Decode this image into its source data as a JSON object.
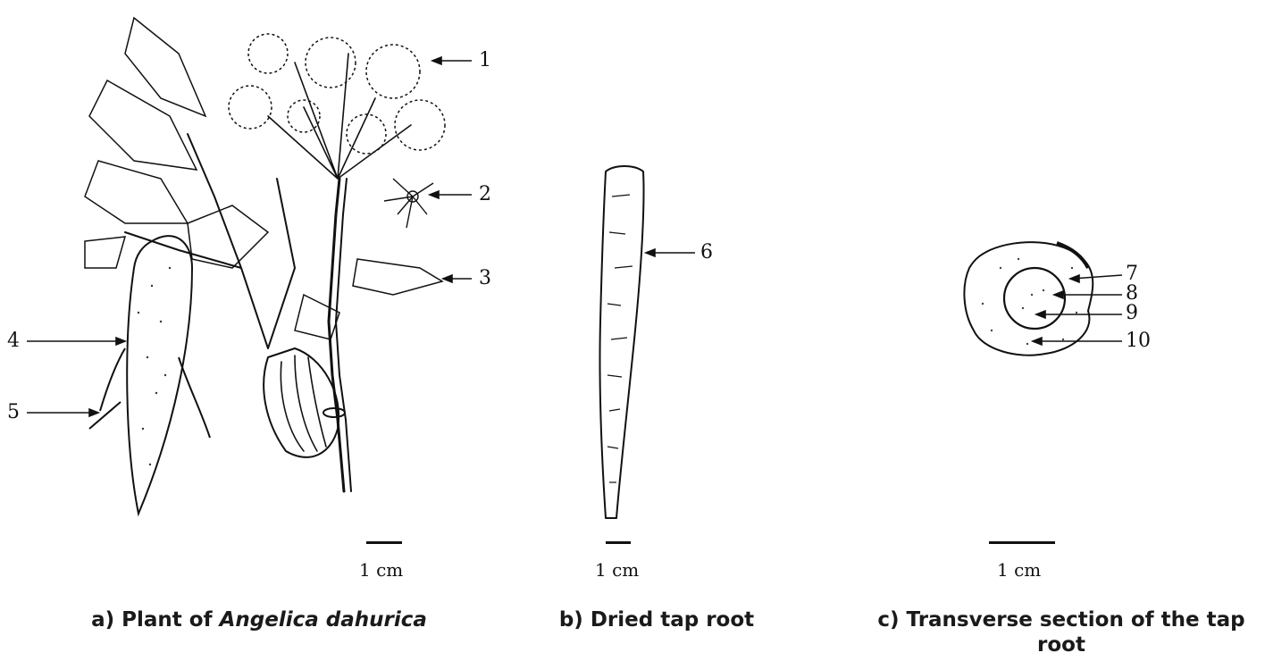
{
  "panels": {
    "a": {
      "caption_prefix": "a) Plant of ",
      "caption_italic": "Angelica dahurica",
      "scale": "1 cm",
      "labels": [
        "1",
        "2",
        "3",
        "4",
        "5"
      ]
    },
    "b": {
      "caption": "b) Dried tap root",
      "scale": "1 cm",
      "labels": [
        "6"
      ]
    },
    "c": {
      "caption": "c) Transverse section of the tap root",
      "scale": "1 cm",
      "labels": [
        "7",
        "8",
        "9",
        "10"
      ]
    }
  },
  "colors": {
    "ink": "#111111",
    "background": "#ffffff"
  }
}
